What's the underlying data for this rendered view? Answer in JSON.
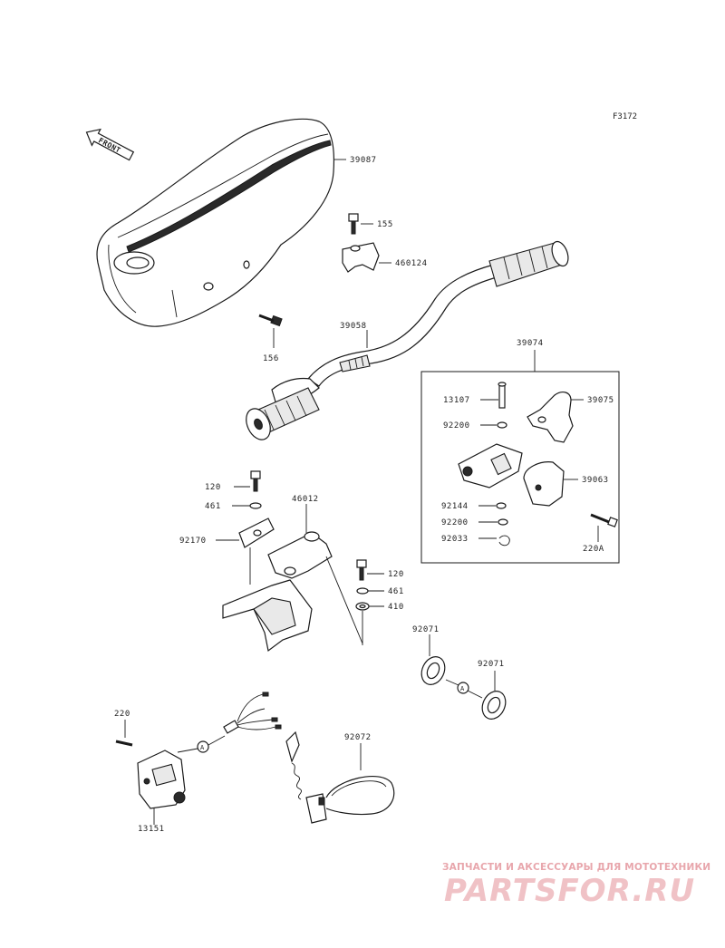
{
  "figure": {
    "code": "F3172"
  },
  "front_arrow": {
    "text": "FRONT"
  },
  "parts": {
    "p39087": "39087",
    "p155": "155",
    "p460124": "460124",
    "p156": "156",
    "p39058": "39058",
    "p39074": "39074",
    "p13107": "13107",
    "p39075": "39075",
    "p92200a": "92200",
    "p39063": "39063",
    "p92144": "92144",
    "p92200b": "92200",
    "p92033": "92033",
    "p220A": "220A",
    "p120a": "120",
    "p461a": "461",
    "p46012": "46012",
    "p92170": "92170",
    "p120b": "120",
    "p461b": "461",
    "p410": "410",
    "p92071a": "92071",
    "p92071b": "92071",
    "p220": "220",
    "p13151": "13151",
    "p92072": "92072"
  },
  "connectors": {
    "a1": "A",
    "a2": "A"
  },
  "watermark": {
    "tagline": "ЗАПЧАСТИ И АКСЕССУАРЫ ДЛЯ МОТОТЕХНИКИ",
    "brand": "PARTSFOR.RU",
    "color": "#e8a6ac"
  }
}
